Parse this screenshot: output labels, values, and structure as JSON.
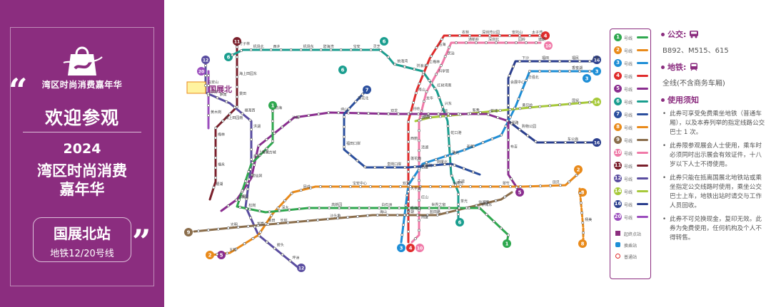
{
  "left_panel": {
    "logo_text": "湾区时尚消费嘉年华",
    "welcome": "欢迎参观",
    "year": "2024",
    "event_line1": "湾区时尚消费",
    "event_line2": "嘉年华",
    "station_name": "国展北站",
    "station_lines": "地铁12/20号线"
  },
  "map": {
    "highlight_station": "国展北",
    "station_labels": [
      "海上田园东",
      "海上田园南",
      "福永",
      "沙井",
      "马安山",
      "福海西",
      "后亭",
      "松岗",
      "碧头",
      "机场北",
      "机场东",
      "宝安",
      "前海湾",
      "红树湾南",
      "蛇口港",
      "赤湾",
      "太子湾",
      "深圳湾公园",
      "后海",
      "南山",
      "西丽",
      "大学城",
      "塘朗",
      "深圳北",
      "民治",
      "龙华",
      "清湖",
      "红山",
      "上塘",
      "福田",
      "会展中心",
      "购物公园",
      "车公庙",
      "香蜜湖",
      "华强北",
      "华强路",
      "老街",
      "大剧院",
      "罗湖",
      "国贸",
      "黄贝岭",
      "新秀",
      "莲塘",
      "布吉",
      "草埔",
      "大运",
      "双龙",
      "坪山",
      "沙田",
      "上水径",
      "太安",
      "田贝",
      "翠竹",
      "木棉湾",
      "双龙",
      "宝安中心",
      "固戍",
      "坂田",
      "五和",
      "杨美",
      "光明",
      "长圳",
      "沙头角",
      "海山",
      "盐田路",
      "仙湖路",
      "莲花北",
      "福田口岸",
      "皇岗口岸",
      "岗厦北",
      "前海",
      "南头古城",
      "桃园",
      "深大",
      "高新园",
      "白石洲",
      "世界之窗",
      "侨城东",
      "竹子林",
      "景田",
      "梅林",
      "银湖",
      "黄木岗",
      "笋岗",
      "洪湖",
      "留仙洞",
      "龙岗",
      "坪洲",
      "西乡",
      "碧海湾",
      "灵芝",
      "洪浪北",
      "兴东",
      "珠光",
      "茶光",
      "安托山",
      "农林",
      "上梅林",
      "孖岭",
      "莲花西",
      "香梅北",
      "园岭",
      "通新岭",
      "科学馆",
      "益田",
      "石厦",
      "岗厦",
      "福民",
      "下沙"
    ]
  },
  "legend": {
    "lines": [
      {
        "num": "1",
        "label": "号线",
        "color": "#2fa84f"
      },
      {
        "num": "2",
        "label": "号线",
        "color": "#e98a1a"
      },
      {
        "num": "3",
        "label": "号线",
        "color": "#1e8ed6"
      },
      {
        "num": "4",
        "label": "号线",
        "color": "#e02b2b"
      },
      {
        "num": "5",
        "label": "号线",
        "color": "#8a2d8f"
      },
      {
        "num": "6",
        "label": "号线",
        "color": "#1a9e8f"
      },
      {
        "num": "7",
        "label": "号线",
        "color": "#2b4f9e"
      },
      {
        "num": "8",
        "label": "号线",
        "color": "#e98a1a"
      },
      {
        "num": "9",
        "label": "号线",
        "color": "#8a6d4b"
      },
      {
        "num": "10",
        "label": "号线",
        "color": "#f07aa8"
      },
      {
        "num": "11",
        "label": "号线",
        "color": "#7a1f2b"
      },
      {
        "num": "12",
        "label": "号线",
        "color": "#5a4da0"
      },
      {
        "num": "14",
        "label": "号线",
        "color": "#a7c93a"
      },
      {
        "num": "16",
        "label": "号线",
        "color": "#2b3f8e"
      },
      {
        "num": "20",
        "label": "号线",
        "color": "#9b4dbd"
      }
    ],
    "symbols": [
      {
        "label": "起终点站"
      },
      {
        "label": "换乘站"
      },
      {
        "label": "普通站"
      }
    ]
  },
  "info": {
    "bus_title": "公交:",
    "bus_routes": "B892、M515、615",
    "metro_title": "地铁:",
    "metro_body": "全线(不含商务车厢)",
    "notice_title": "使用须知",
    "notes": [
      "此券可享受免费乘坐地铁（普通车厢），以及本券列举的指定线路公交巴士 1 次。",
      "此券限参观展会人士使用，乘车时必须同时出示展会有效证件，十八岁以下人士不得使用。",
      "此券只能在抵离国展北地铁站或乘坐指定公交线路时使用，乘坐公交巴士上车，地铁出站时请交与工作人员回收。",
      "此券不可兑换现金，复印无效。此券为免费使用，任何机构及个人不得转售。"
    ]
  }
}
